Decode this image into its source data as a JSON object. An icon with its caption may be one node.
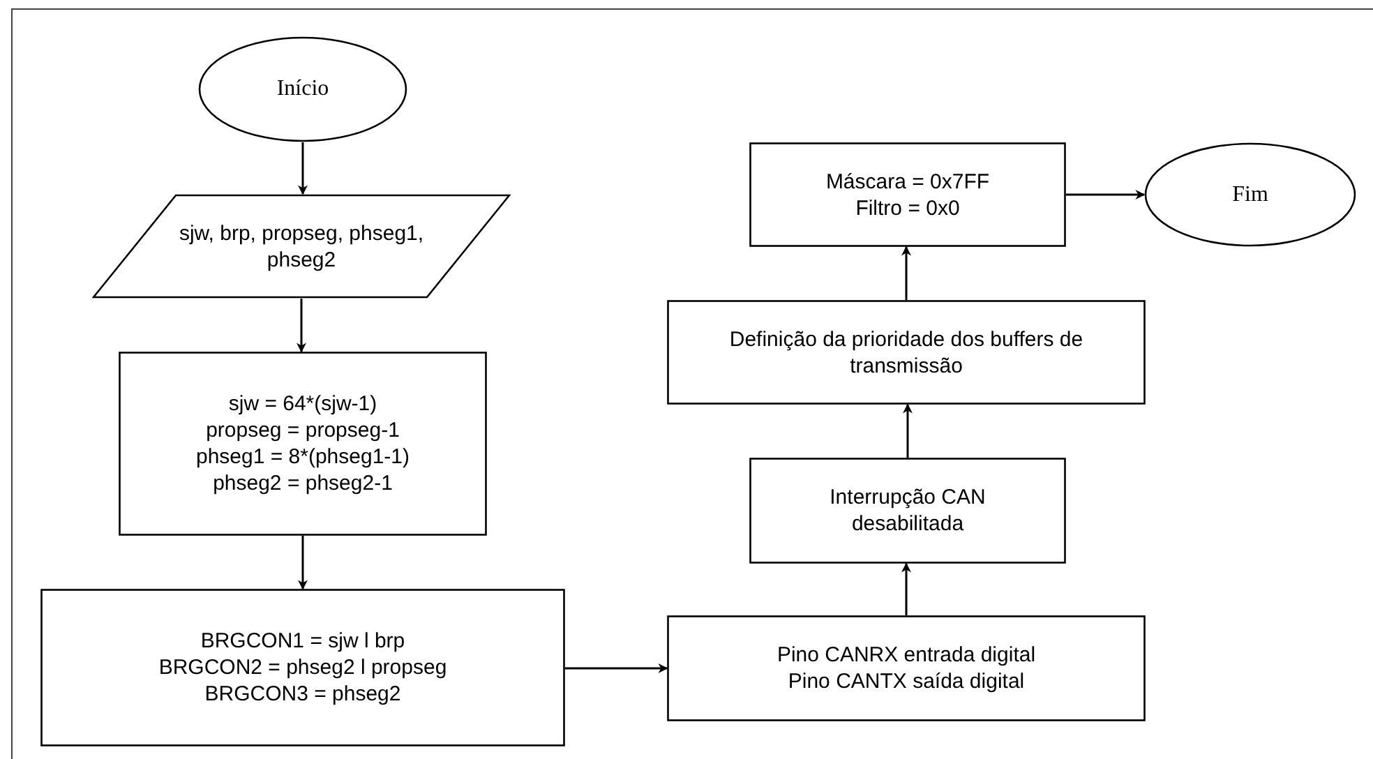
{
  "diagram": {
    "nodes": [
      {
        "text": [
          "Início"
        ]
      },
      {
        "text": [
          "sjw, brp, propseg, phseg1, phseg2"
        ]
      },
      {
        "text": [
          "sjw = 64*(sjw-1)",
          "propseg = propseg-1",
          "phseg1 = 8*(phseg1-1)",
          "phseg2 = phseg2-1"
        ]
      },
      {
        "text": [
          "BRGCON1 = sjw l brp",
          "BRGCON2 = phseg2 l propseg",
          "BRGCON3 = phseg2"
        ]
      },
      {
        "text": [
          "Pino CANRX entrada digital",
          "Pino CANTX saída digital"
        ]
      },
      {
        "text": [
          "Interrupção CAN desabilitada"
        ]
      },
      {
        "text": [
          "Definição da prioridade dos buffers de transmissão"
        ]
      },
      {
        "text": [
          "Máscara = 0x7FF",
          "Filtro = 0x0"
        ]
      },
      {
        "text": [
          "Fim"
        ]
      }
    ],
    "edges": [
      {
        "from": 0,
        "to": 1,
        "arrow": "to"
      },
      {
        "from": 1,
        "to": 2,
        "arrow": "to"
      },
      {
        "from": 2,
        "to": 3,
        "arrow": "to"
      },
      {
        "from": 3,
        "to": 4,
        "arrow": "to"
      },
      {
        "from": 4,
        "to": 5,
        "arrow": "to"
      },
      {
        "from": 5,
        "to": 6,
        "arrow": "to"
      },
      {
        "from": 6,
        "to": 7,
        "arrow": "to"
      },
      {
        "from": 7,
        "to": 8,
        "arrow": "to"
      }
    ]
  }
}
